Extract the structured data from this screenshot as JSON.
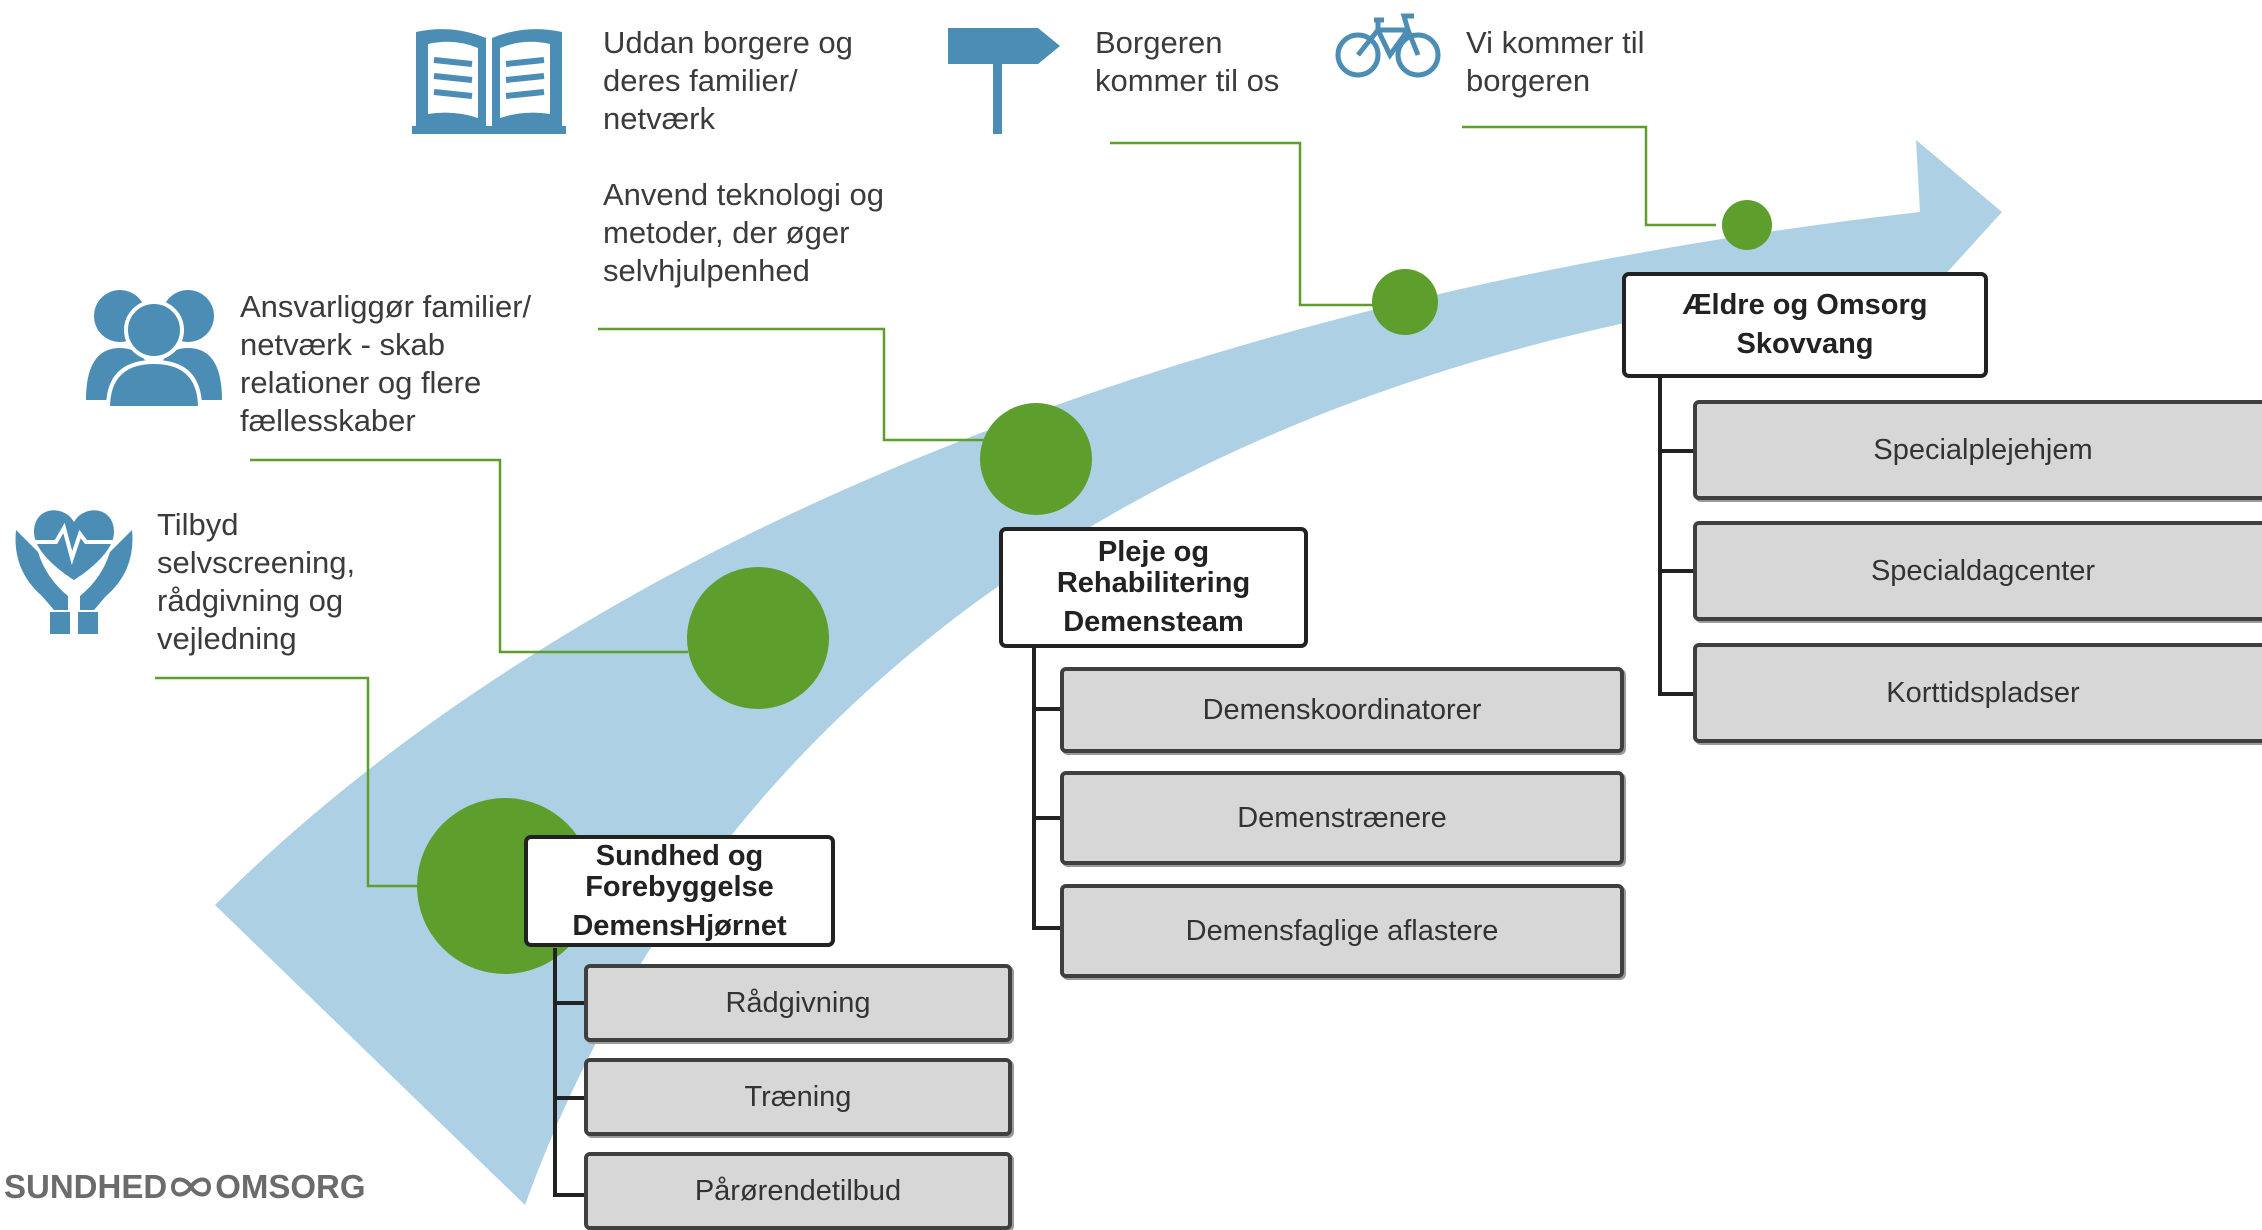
{
  "colors": {
    "arrow": "#a9cde3",
    "milestone": "#5d9e2d",
    "connector": "#5d9e2d",
    "icon": "#4b8db4",
    "header_border": "#222222",
    "box_fill": "#d7d7d7"
  },
  "icons": {
    "book": "book-icon",
    "signpost": "signpost-icon",
    "bicycle": "bicycle-icon",
    "people": "people-icon",
    "hands_heart": "hands-heart-icon"
  },
  "captions": {
    "book": "Uddan borgere og\nderes familier/\nnetværk",
    "technology": "Anvend teknologi  og\nmetoder, der øger\nselvhjulpenhed",
    "signpost": "Borgeren\nkommer til os",
    "bicycle": "Vi kommer til\nborgeren",
    "people": "Ansvarliggør familier/\nnetværk  - skab\nrelationer og flere\nfællesskaber",
    "hands": "Tilbyd\nselvscreening,\nrådgivning og\nvejledning"
  },
  "orgs": [
    {
      "title": "Sundhed og\nForebyggelse",
      "subtitle": "DemensHjørnet",
      "items": [
        "Rådgivning",
        "Træning",
        "Pårørendetilbud"
      ]
    },
    {
      "title": "Pleje og\nRehabilitering",
      "subtitle": "Demensteam",
      "items": [
        "Demenskoordinatorer",
        "Demenstrænere",
        "Demensfaglige aflastere"
      ]
    },
    {
      "title": "Ældre og Omsorg",
      "subtitle": "Skovvang",
      "items": [
        "Specialplejehjem",
        "Specialdagcenter",
        "Korttidspladser"
      ]
    }
  ],
  "logo": {
    "left": "SUNDHED",
    "right": "OMSORG"
  }
}
